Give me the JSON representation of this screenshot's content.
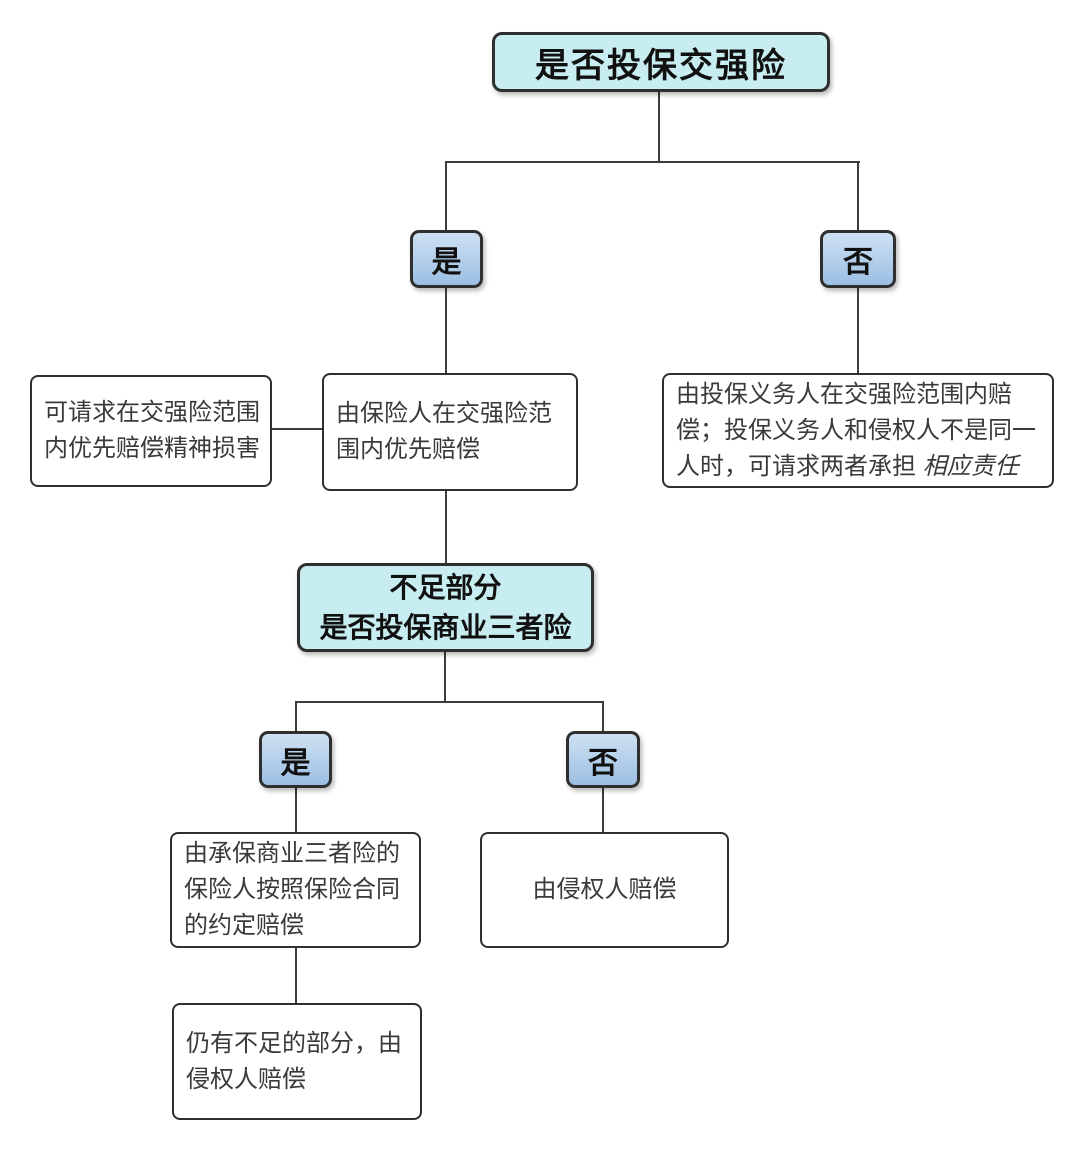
{
  "colors": {
    "decision_bg": "#c7edf1",
    "branch_top": "#cfe1f3",
    "branch_bottom": "#9bbfe3",
    "node_border": "#2f2f2f",
    "line": "#3c3c3c",
    "text": "#3a3a3a",
    "title_text": "#111111"
  },
  "nodes": {
    "root": {
      "label": "是否投保交强险"
    },
    "branch_yes_1": {
      "label": "是"
    },
    "branch_no_1": {
      "label": "否"
    },
    "mental_damage": {
      "lines": [
        "可请求在交强险范围",
        "内优先赔偿精神损害"
      ]
    },
    "insurer_priority": {
      "lines": [
        "由保险人在交强险范",
        "围内优先赔偿"
      ]
    },
    "obligor_pay": {
      "lines": [
        "由投保义务人在交强险范围内赔",
        "偿；投保义务人和侵权人不是同一"
      ],
      "line3_text": "人时，可请求两者承担 ",
      "line3_emphasis": "相应责任"
    },
    "shortfall": {
      "line1": "不足部分",
      "line2": "是否投保商业三者险"
    },
    "branch_yes_2": {
      "label": "是"
    },
    "branch_no_2": {
      "label": "否"
    },
    "commercial_insurer_pay": {
      "lines": [
        "由承保商业三者险的",
        "保险人按照保险合同",
        "的约定赔偿"
      ]
    },
    "tortfeasor_pay": {
      "label": "由侵权人赔偿"
    },
    "remaining_shortfall": {
      "lines": [
        "仍有不足的部分，由",
        "侵权人赔偿"
      ]
    }
  }
}
